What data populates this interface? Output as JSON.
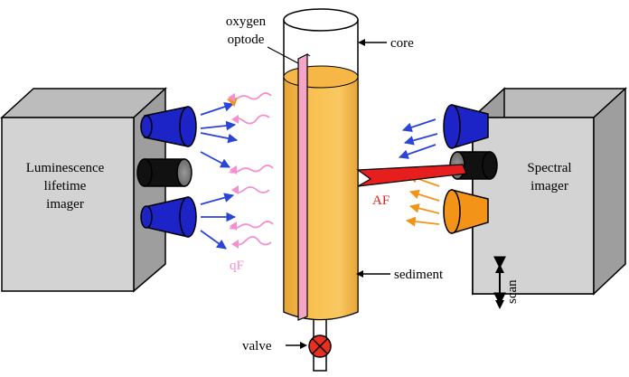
{
  "labels": {
    "oxygen_optode": [
      "oxygen",
      "optode"
    ],
    "core": "core",
    "sediment": "sediment",
    "valve": "valve",
    "left_imager": [
      "Luminescence",
      "lifetime",
      "imager"
    ],
    "right_imager": [
      "Spectral",
      "imager"
    ],
    "af": "AF",
    "qf": "qF",
    "scan": "scan"
  },
  "colors": {
    "core_fill": "#f9c04e",
    "core_shade": "#e7a437",
    "optode": "#f5a6c8",
    "blue_lens": "#1c24c8",
    "orange_lens": "#f39419",
    "red_ray": "#e61e1e",
    "blue_arrow": "#2a44d8",
    "orange_arrow": "#f39419",
    "pink_wave": "#f58fcf",
    "box_front": "#d3d3d3",
    "box_side": "#9e9e9e",
    "box_top": "#bcbcbc",
    "valve": "#e83020"
  },
  "icons": [
    "left-arrow-icon",
    "up-down-arrow-icon",
    "valve-icon"
  ]
}
